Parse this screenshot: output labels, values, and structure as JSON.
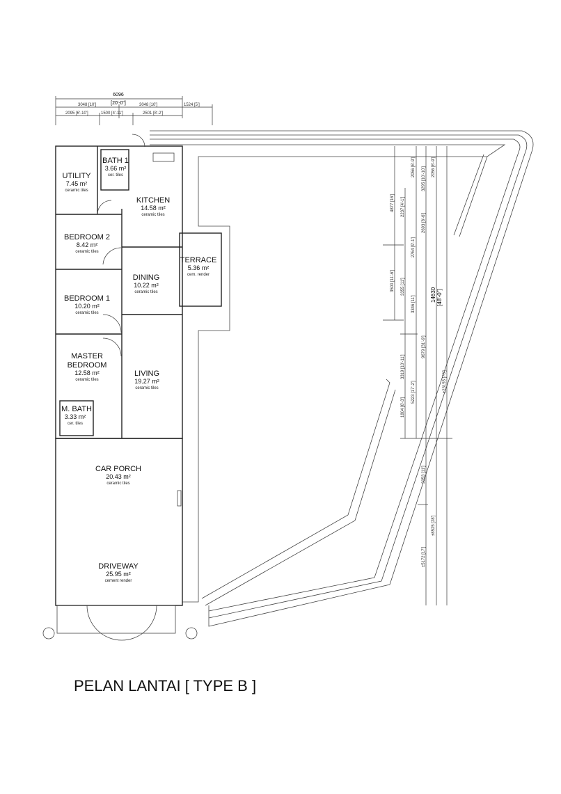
{
  "title": "PELAN LANTAI [ TYPE B ]",
  "top_dims": {
    "total": "6096",
    "total_imperial": "[20'-0\"]",
    "row1": [
      "3048 [10']",
      "3048 [10']",
      "1524 [5']"
    ],
    "row2": [
      "2095 [6'-10']",
      "1500 [4'-11']",
      "2501 [8'-2']"
    ]
  },
  "right_dims": {
    "col1": [
      "4877 [16']",
      "3500 [11'-6']"
    ],
    "col2": [
      "2237 [4'-1']",
      "3355 [11']",
      "3319 [10'-11']",
      "1804 [6'-3']"
    ],
    "col3": [
      "2056 [6'-9']",
      "2764 [9'-1']",
      "3346 [11']",
      "5223 [17'-2']"
    ],
    "col4": [
      "3295 [10'-10']",
      "2693 [8'-6']",
      "9679 [31'-9']",
      "3353 [11']",
      "±5172 [17']"
    ],
    "col5": [
      "2056 [6'-9']",
      "±8525 [28']"
    ],
    "col6": [
      "14630",
      "[48'-0\"]",
      "±23155 [76']"
    ]
  },
  "rooms": [
    {
      "name": "UTILITY",
      "area": "7.45 m²",
      "finish": "ceramic tiles"
    },
    {
      "name": "BATH 1",
      "area": "3.66 m²",
      "finish": "cer. tiles"
    },
    {
      "name": "KITCHEN",
      "area": "14.58 m²",
      "finish": "ceramic tiles"
    },
    {
      "name": "BEDROOM 2",
      "area": "8.42 m²",
      "finish": "ceramic tiles"
    },
    {
      "name": "DINING",
      "area": "10.22 m²",
      "finish": "ceramic tiles"
    },
    {
      "name": "TERRACE",
      "area": "5.36 m²",
      "finish": "cem. render"
    },
    {
      "name": "BEDROOM 1",
      "area": "10.20 m²",
      "finish": "ceramic tiles"
    },
    {
      "name": "MASTER",
      "name2": "BEDROOM",
      "area": "12.58 m²",
      "finish": "ceramic tiles"
    },
    {
      "name": "LIVING",
      "area": "19.27 m²",
      "finish": "ceramic tiles"
    },
    {
      "name": "M. BATH",
      "area": "3.33 m²",
      "finish": "cer. tiles"
    },
    {
      "name": "CAR PORCH",
      "area": "20.43 m²",
      "finish": "ceramic tiles"
    },
    {
      "name": "DRIVEWAY",
      "area": "25.95 m²",
      "finish": "cement render"
    }
  ]
}
